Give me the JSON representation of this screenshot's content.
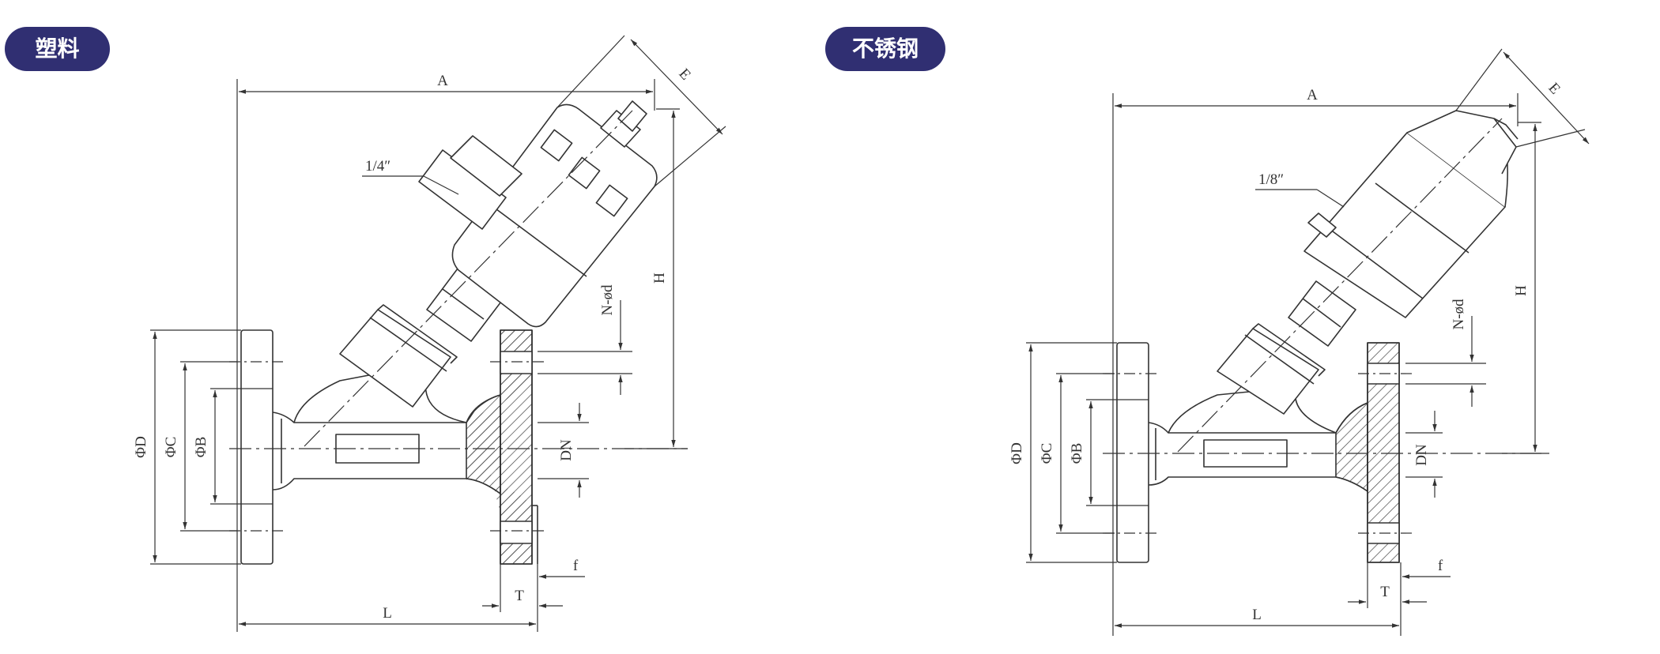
{
  "panels": {
    "left": {
      "tag": "塑料",
      "port_label": "1/4″"
    },
    "right": {
      "tag": "不锈钢",
      "port_label": "1/8″"
    }
  },
  "dims": {
    "A": "A",
    "E": "E",
    "H": "H",
    "N_d": "N-ød",
    "DN": "DN",
    "phi_D": "ΦD",
    "phi_C": "ΦC",
    "phi_B": "ΦB",
    "L": "L",
    "T": "T",
    "f": "f"
  },
  "colors": {
    "tag_bg": "#302f72",
    "tag_text": "#ffffff",
    "line": "#333333",
    "hatch": "#444444"
  }
}
